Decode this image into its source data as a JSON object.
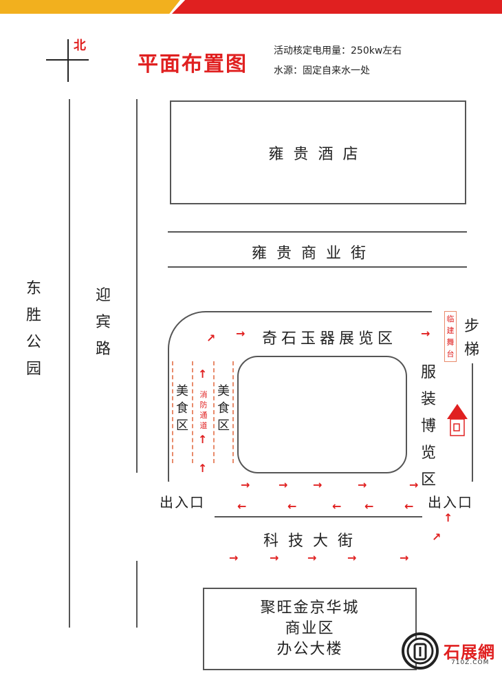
{
  "header": {
    "title": "平面布置图",
    "power": "活动核定电用量：250kw左右",
    "water": "水源：固定自来水一处"
  },
  "compass": {
    "north": "北"
  },
  "labels": {
    "park": "东胜公园",
    "road": "迎宾路",
    "hotel": "雍贵酒店",
    "street": "雍贵商业街",
    "stone_area": "奇石玉器展览区",
    "clothing_area": "服装博览区",
    "food_left": "美食区",
    "food_right": "美食区",
    "fire_lane": "消防通道",
    "stage": "临建舞台",
    "stairs": "步梯",
    "entrance_left": "出入口",
    "entrance_right": "出入口",
    "tech_street": "科技大街",
    "building_line1": "聚旺金京华城",
    "building_line2": "商业区",
    "building_line3": "办公大楼"
  },
  "watermark": {
    "name": "石展網",
    "url": "710Z.COM"
  },
  "colors": {
    "accent": "#e02020",
    "yellow": "#f2b01e",
    "dash": "#e88a6a"
  }
}
